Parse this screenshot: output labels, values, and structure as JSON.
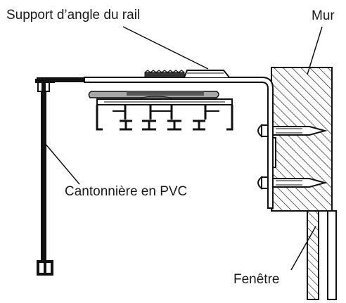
{
  "labels": {
    "support": "Support d’angle du rail",
    "mur": "Mur",
    "cantonniere": "Cantonnière en PVC",
    "fenetre": "Fenêtre"
  },
  "colors": {
    "line": "#111111",
    "hatch": "#222222",
    "gray": "#8a8a8a",
    "background": "#ffffff"
  }
}
